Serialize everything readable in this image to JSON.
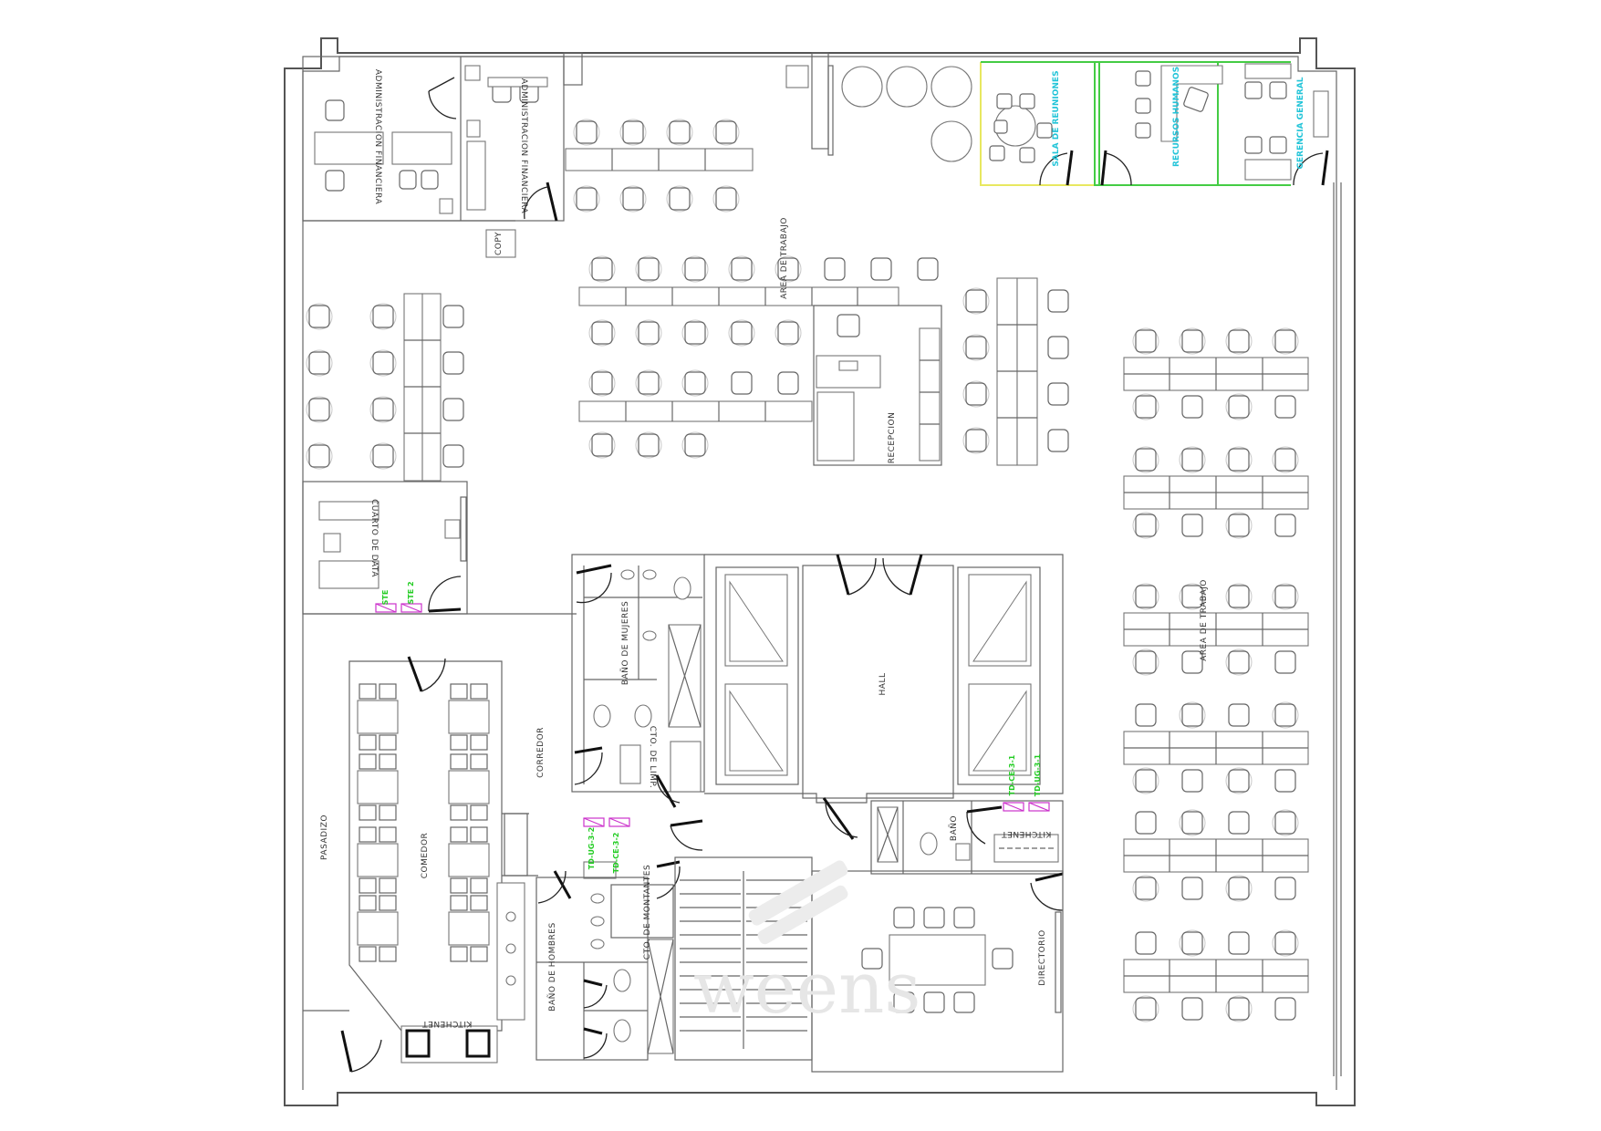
{
  "rooms": {
    "admin_finance_1": "ADMINISTRACION FINANCIERA",
    "admin_finance_2": "ADMINISTRACION FINANCIERA",
    "copy": "COPY",
    "work_area_top": "AREA DE TRABAJO",
    "reception": "RECEPCION",
    "meeting_room": "SALA DE REUNIONES",
    "human_resources": "RECURSOS HUMANOS",
    "general_management": "GERENCIA GENERAL",
    "data_room": "CUARTO DE DATA",
    "work_area_right": "AREA DE TRABAJO",
    "women_bath": "BAÑO DE MUJERES",
    "corridor": "CORREDOR",
    "cleaning_room": "CTO. DE LIMP.",
    "hall": "HALL",
    "bath": "BAÑO",
    "kitchenette_right": "KITCHENET",
    "dining": "COMEDOR",
    "passage": "PASADIZO",
    "kitchenette_left": "KITCHENET",
    "men_bath": "BAÑO DE HOMBRES",
    "risers_room": "CTO. DE MONTANTES",
    "board_room": "DIRECTORIO"
  },
  "panels": {
    "ste1": "STE",
    "ste2": "STE 2",
    "tdug31": "TD-UG-3-1",
    "tdce31": "TD-CE-3-1",
    "tdug32": "TD-UG-3-2",
    "tdce32": "TD-CE-3-2"
  },
  "watermark": "weens",
  "colors": {
    "walls": "#555555",
    "accent_cyan": "#22c4d8",
    "accent_green": "#22cc22",
    "accent_magenta": "#cc33cc",
    "glass_yellow": "#e8e860",
    "glass_green": "#44cc44"
  }
}
